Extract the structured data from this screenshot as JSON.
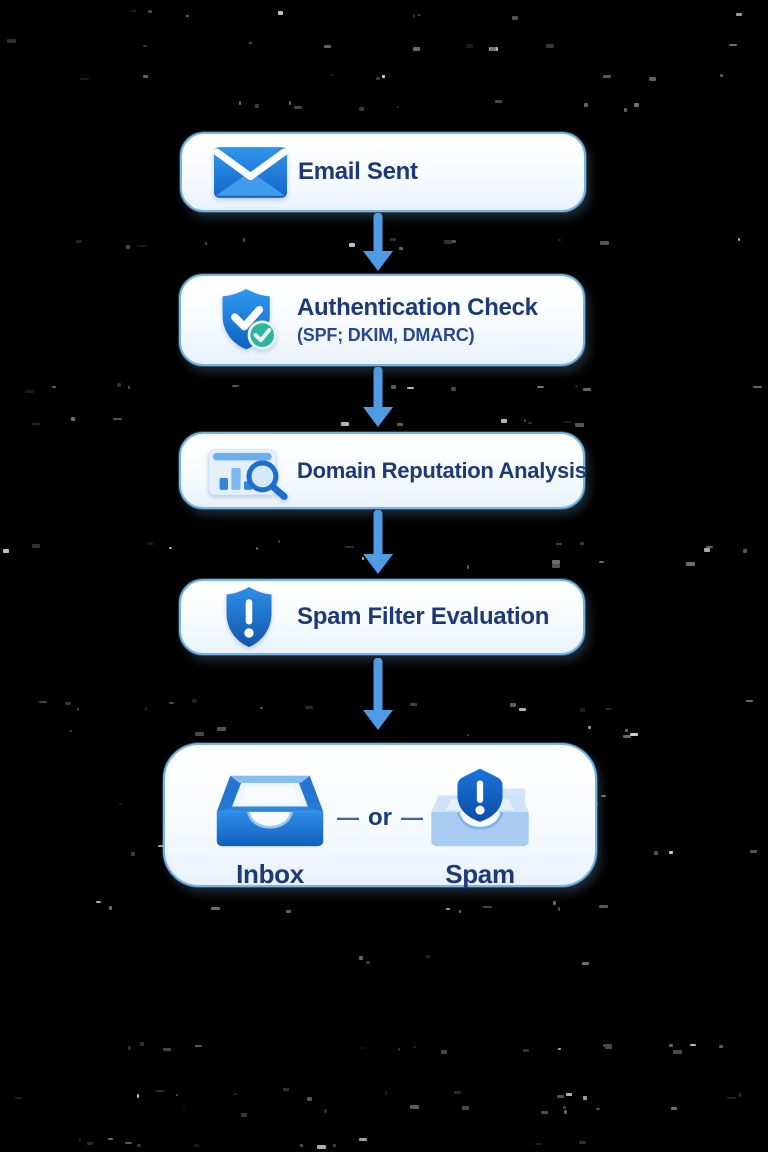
{
  "flow": {
    "steps": [
      {
        "title": "Email Sent",
        "icon": "envelope-icon"
      },
      {
        "title": "Authentication Check",
        "subtitle": "(SPF; DKIM, DMARC)",
        "icon": "shield-check-icon"
      },
      {
        "title": "Domain Reputation Analysis",
        "icon": "chart-magnifier-icon"
      },
      {
        "title": "Spam Filter Evaluation",
        "icon": "shield-alert-icon"
      }
    ],
    "outcomes": {
      "separator_left_dash": "—",
      "separator_word": "or",
      "separator_right_dash": "—",
      "options": [
        {
          "label": "Inbox",
          "icon": "inbox-tray-icon"
        },
        {
          "label": "Spam",
          "icon": "spam-tray-icon"
        }
      ]
    }
  },
  "colors": {
    "background": "#000000",
    "card_border": "#72b5ea",
    "card_fill_top": "#ffffff",
    "card_fill_bottom": "#e9f2fb",
    "title_text": "#1d3a78",
    "subtitle_text": "#27498f",
    "arrow": "#4f9ce6",
    "icon_blue": "#1f7fdd",
    "icon_dark_blue": "#1160bf",
    "verified_badge_teal": "#2cb5a3",
    "tray_light_blue": "#a9cdf2"
  }
}
